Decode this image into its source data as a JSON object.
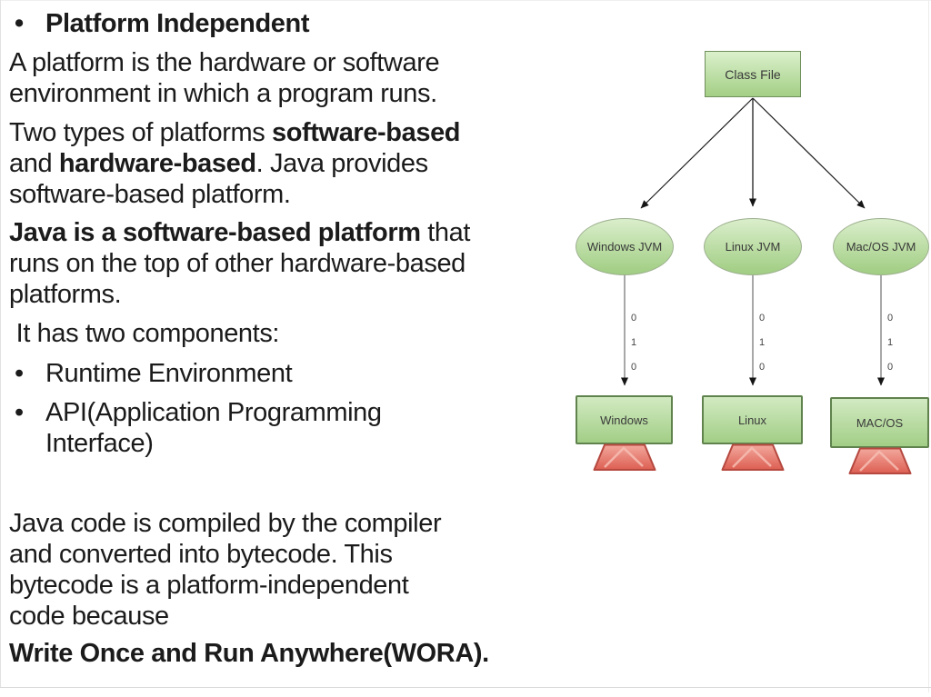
{
  "text_column": {
    "lines": [
      {
        "bullet": "•",
        "parts": [
          {
            "text": "Platform Independent",
            "bold": true
          }
        ]
      },
      {
        "parts": [
          {
            "text": "A platform is the hardware or software",
            "bold": false
          }
        ]
      },
      {
        "parts": [
          {
            "text": "environment in which a program runs.",
            "bold": false
          }
        ]
      },
      {
        "parts": [
          {
            "text": "Two types of platforms ",
            "bold": false
          },
          {
            "text": "software-based",
            "bold": true
          }
        ]
      },
      {
        "parts": [
          {
            "text": "and ",
            "bold": false
          },
          {
            "text": "hardware-based",
            "bold": true
          },
          {
            "text": ". Java provides",
            "bold": false
          }
        ]
      },
      {
        "parts": [
          {
            "text": "software-based platform.",
            "bold": false
          }
        ]
      },
      {
        "parts": [
          {
            "text": "Java is a software-based platform",
            "bold": true
          },
          {
            "text": " that",
            "bold": false
          }
        ]
      },
      {
        "parts": [
          {
            "text": "runs on the top of other hardware-based",
            "bold": false
          }
        ]
      },
      {
        "parts": [
          {
            "text": "platforms.",
            "bold": false
          }
        ]
      },
      {
        "parts": [
          {
            "text": " It has two components:",
            "bold": false
          }
        ]
      },
      {
        "bullet": "•",
        "parts": [
          {
            "text": "Runtime Environment",
            "bold": false
          }
        ]
      },
      {
        "bullet": "•",
        "parts": [
          {
            "text": "API(Application Programming",
            "bold": false
          }
        ]
      },
      {
        "indent": true,
        "parts": [
          {
            "text": "Interface)",
            "bold": false
          }
        ]
      },
      {
        "parts": [
          {
            "text": "Java code is compiled by the compiler",
            "bold": false
          }
        ]
      },
      {
        "parts": [
          {
            "text": "and converted into bytecode. This",
            "bold": false
          }
        ]
      },
      {
        "parts": [
          {
            "text": "bytecode is a platform-independent",
            "bold": false
          }
        ]
      },
      {
        "parts": [
          {
            "text": "code because",
            "bold": false
          }
        ]
      },
      {
        "parts": [
          {
            "text": "Write Once and Run Anywhere(WORA).",
            "bold": true
          }
        ]
      }
    ]
  },
  "diagram": {
    "class_file": {
      "label": "Class File"
    },
    "jvm_nodes": [
      {
        "label": "Windows JVM"
      },
      {
        "label": "Linux JVM"
      },
      {
        "label": "Mac/OS JVM"
      }
    ],
    "bytecode_bits": [
      "0",
      "1",
      "0"
    ],
    "os_nodes": [
      {
        "label": "Windows"
      },
      {
        "label": "Linux"
      },
      {
        "label": "MAC/OS"
      }
    ],
    "colors": {
      "node_green_top": "#dbf0cc",
      "node_green_bottom": "#a2ce86",
      "node_border_green": "#60834e",
      "ellipse_border": "#9db08f",
      "stand_red_top": "#f3a89d",
      "stand_red_bottom": "#dd5e52",
      "stand_border_red": "#b5483f",
      "connector_black": "#1d1d1d",
      "connector_gray": "#6d6d6d"
    }
  }
}
